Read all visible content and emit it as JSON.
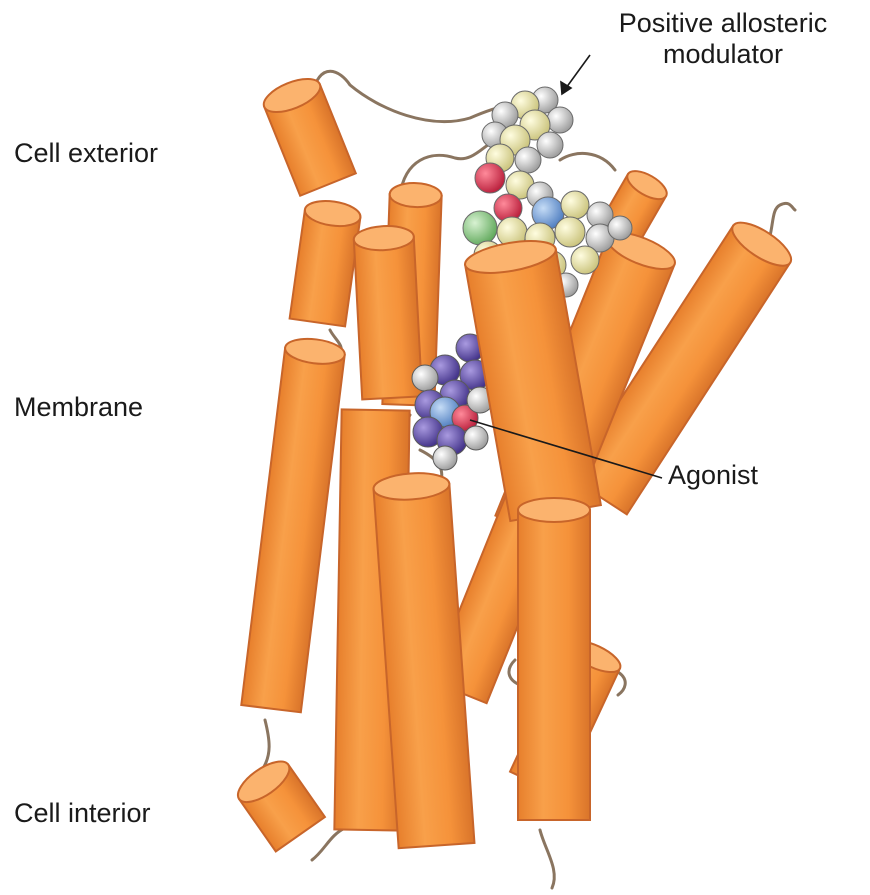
{
  "labels": {
    "cell_exterior": "Cell exterior",
    "membrane": "Membrane",
    "cell_interior": "Cell interior",
    "pam_line1": "Positive allosteric",
    "pam_line2": "modulator",
    "agonist": "Agonist"
  },
  "colors": {
    "helix_fill": "#f5953a",
    "helix_dark": "#d9772a",
    "helix_cap": "#fbb36e",
    "loop": "#8a7560",
    "atom_white": "#e8e8e8",
    "atom_yellow": "#f3efb0",
    "atom_red": "#e0405a",
    "atom_blue": "#7fa6d8",
    "atom_green": "#9ed09a",
    "atom_purple": "#6a58a8",
    "text": "#1a1a1a"
  },
  "icons": [
    "helix-cylinder",
    "space-filling-molecule",
    "leader-arrow"
  ]
}
